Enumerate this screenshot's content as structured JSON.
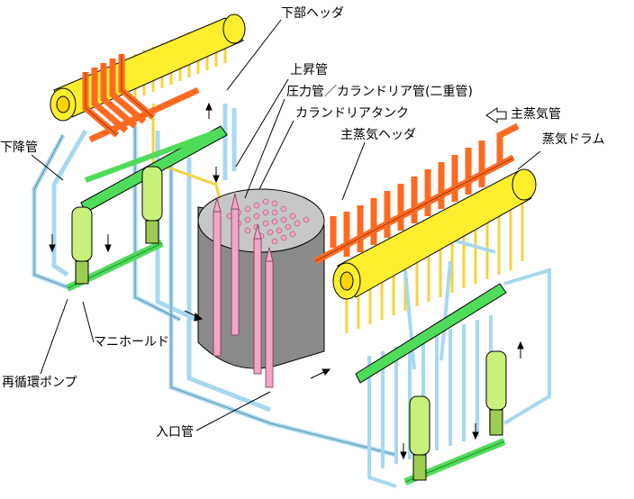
{
  "labels": {
    "lower_header": "下部ヘッダ",
    "riser": "上昇管",
    "pressure_tube": "圧力管／カランドリア管(二重管)",
    "calandria_tank": "カランドリアタンク",
    "steam_header": "主蒸気ヘッダ",
    "main_steam_pipe": "主蒸気管",
    "steam_drum": "蒸気ドラム",
    "downcomer": "下降管",
    "manifold": "マニホールド",
    "recirc_pump": "再循環ポンプ",
    "inlet_pipe": "入口管"
  },
  "colors": {
    "drum": "#ffee2e",
    "steam_pipe": "#ff6a21",
    "riser_pipe": "#f5d33a",
    "header_green": "#4fdc5a",
    "pump": "#c9f07a",
    "downcomer_pipe": "#a8d8f0",
    "tank": "#8a8a8a",
    "tube_pink": "#f2a6c8"
  }
}
